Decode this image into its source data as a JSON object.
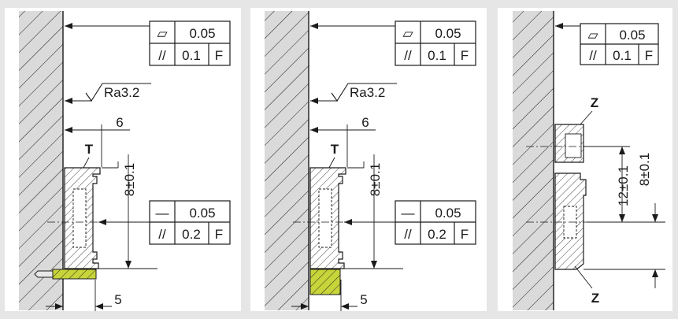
{
  "colors": {
    "background": "#e6e6e6",
    "panel": "#ffffff",
    "line": "#1a1a1a",
    "hatch_bg": "#d9d9d9",
    "accent": "#c7d43a"
  },
  "panels": [
    {
      "flatness_symbol": "▱",
      "flatness_value": "0.05",
      "parallel_symbol": "//",
      "parallel_value": "0.1",
      "datum": "F",
      "roughness": "Ra3.2",
      "dim_top": "6",
      "label_t": "T",
      "dim_vertical": "8±0.1",
      "straightness_symbol": "—",
      "straightness_value": "0.05",
      "parallel2_symbol": "//",
      "parallel2_value": "0.2",
      "datum2": "F",
      "dim_bottom": "5"
    },
    {
      "flatness_symbol": "▱",
      "flatness_value": "0.05",
      "parallel_symbol": "//",
      "parallel_value": "0.1",
      "datum": "F",
      "roughness": "Ra3.2",
      "dim_top": "6",
      "label_t": "T",
      "dim_vertical": "8±0.1",
      "straightness_symbol": "—",
      "straightness_value": "0.05",
      "parallel2_symbol": "//",
      "parallel2_value": "0.2",
      "datum2": "F",
      "dim_bottom": "5"
    },
    {
      "flatness_symbol": "▱",
      "flatness_value": "0.05",
      "parallel_symbol": "//",
      "parallel_value": "0.1",
      "datum": "F",
      "label_z_top": "Z",
      "dim_12": "12±0.1",
      "dim_8": "8±0.1",
      "label_z_bottom": "Z"
    }
  ]
}
